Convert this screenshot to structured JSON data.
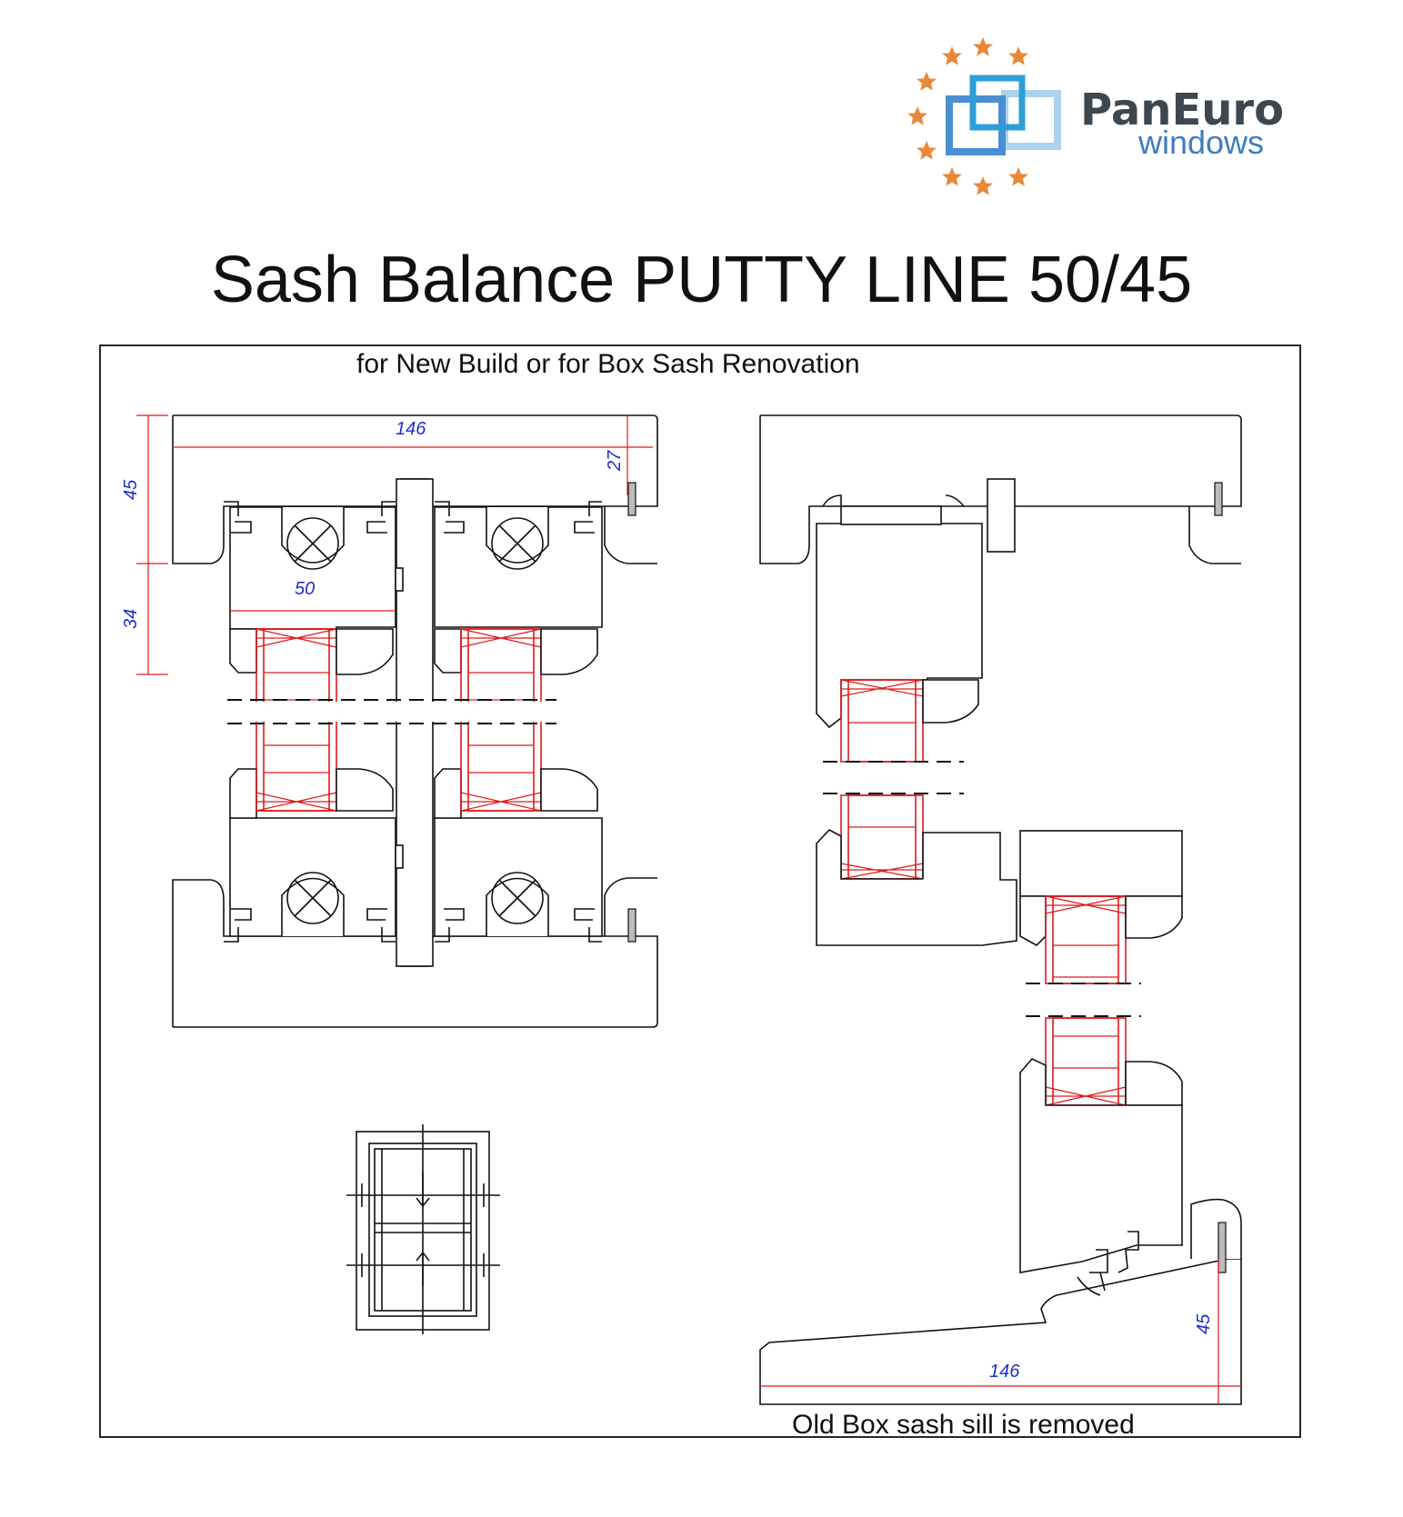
{
  "brand": {
    "name_main": "PanEuro",
    "name_sub": "windows",
    "colors": {
      "stars": "#e8893a",
      "frame_dark": "#4a8fd0",
      "frame_light": "#a9d3ef",
      "text_main": "#3d4750",
      "text_sub": "#3f7cc0"
    }
  },
  "title": "Sash Balance PUTTY LINE 50/45",
  "subtitle": "for New Build or for Box Sash Renovation",
  "caption_bottom": "Old Box sash sill is removed",
  "dimensions": {
    "left_width": "146",
    "left_head_depth": "27",
    "left_frame_height": "45",
    "left_sash_width": "50",
    "left_sash_height": "34",
    "right_sill_width": "146",
    "right_sill_height": "45"
  },
  "colors": {
    "line": "#111111",
    "glazing": "#e0191b",
    "dimension": "#e0191b",
    "dimension_text": "#1b2ed0"
  }
}
